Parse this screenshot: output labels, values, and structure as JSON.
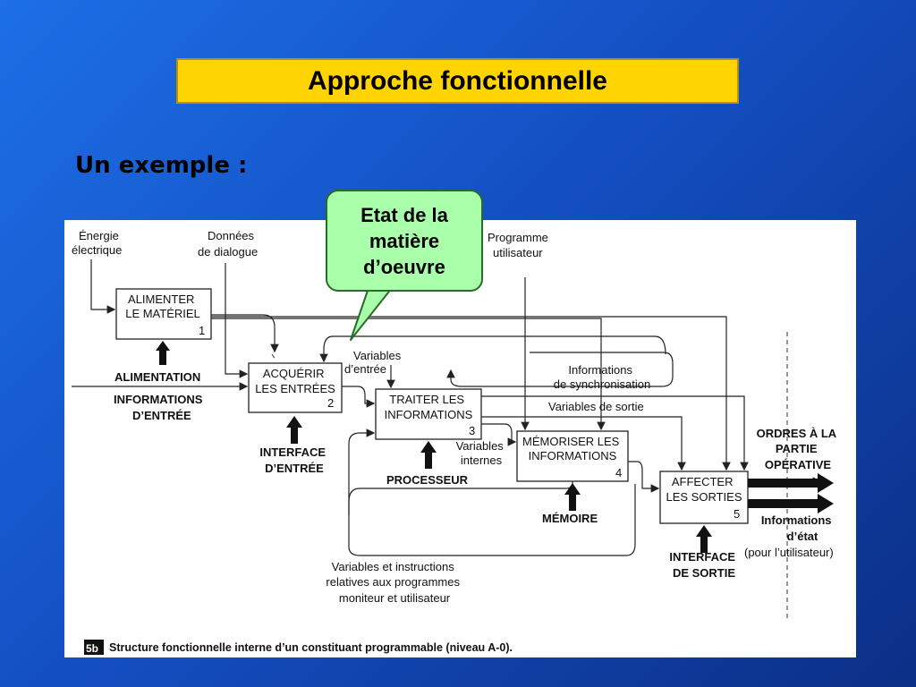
{
  "slide": {
    "title": "Approche fonctionnelle",
    "subtitle": "Un exemple :"
  },
  "callout": {
    "lines": [
      "Etat de la",
      "matière",
      "d’oeuvre"
    ]
  },
  "diagram": {
    "inputs": {
      "energie": [
        "Énergie",
        "électrique"
      ],
      "donnees": [
        "Données",
        "de dialogue"
      ],
      "variables_entree": [
        "Variables",
        "d’entrée"
      ],
      "programme": [
        "Programme",
        "utilisateur"
      ]
    },
    "boxes": [
      {
        "id": "alimenter",
        "lines": [
          "ALIMENTER",
          "LE MATÉRIEL"
        ],
        "num": "1"
      },
      {
        "id": "acquerir",
        "lines": [
          "ACQUÉRIR",
          "LES ENTRÉES"
        ],
        "num": "2"
      },
      {
        "id": "traiter",
        "lines": [
          "TRAITER LES",
          "INFORMATIONS"
        ],
        "num": "3"
      },
      {
        "id": "memoriser",
        "lines": [
          "MÉMORISER LES",
          "INFORMATIONS"
        ],
        "num": "4"
      },
      {
        "id": "affecter",
        "lines": [
          "AFFECTER",
          "LES SORTIES"
        ],
        "num": "5"
      }
    ],
    "labels": {
      "alimentation": "ALIMENTATION",
      "informations_entree": [
        "INFORMATIONS",
        "D’ENTRÉE"
      ],
      "interface_entree": [
        "INTERFACE",
        "D’ENTRÉE"
      ],
      "processeur": "PROCESSEUR",
      "memoire": "MÉMOIRE",
      "interface_sortie": [
        "INTERFACE",
        "DE SORTIE"
      ],
      "informations_sync": [
        "Informations",
        "de synchronisation"
      ],
      "variables_sortie": "Variables de sortie",
      "variables_internes": [
        "Variables",
        "internes"
      ],
      "variables_instructions": [
        "Variables et instructions",
        "relatives aux programmes",
        "moniteur et utilisateur"
      ],
      "ordres": [
        "ORDRES À LA",
        "PARTIE",
        "OPÉRATIVE"
      ],
      "informations_etat": [
        "Informations",
        "d’état"
      ],
      "pour_utilisateur": "(pour l’utilisateur)"
    },
    "caption": {
      "figure_no": "5b",
      "text": "Structure fonctionnelle interne d’un constituant programmable (niveau A-0)."
    }
  }
}
